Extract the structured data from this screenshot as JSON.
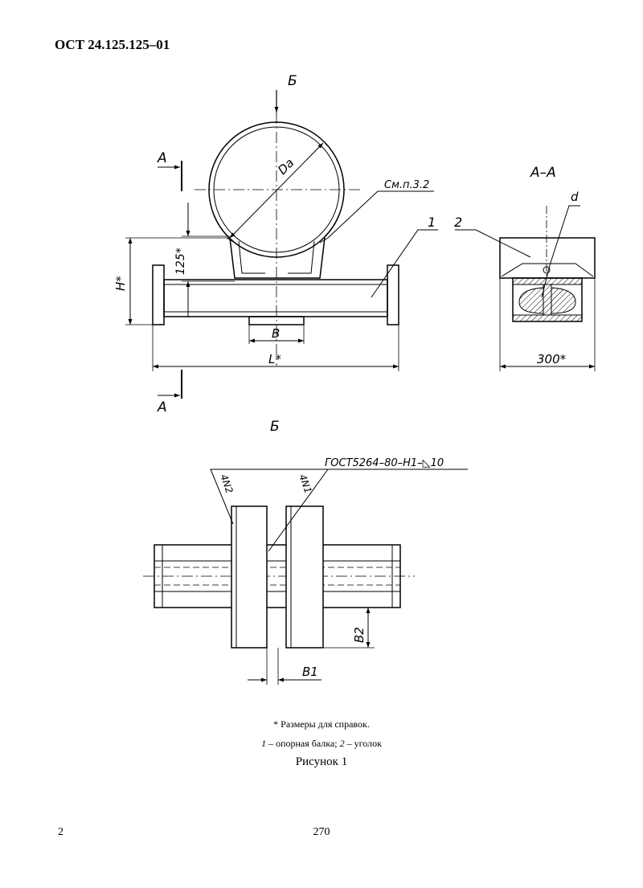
{
  "header": {
    "doc_code": "ОСТ 24.125.125–01"
  },
  "labels": {
    "b_top": "Б",
    "a_left_top": "А",
    "a_left_bottom": "А",
    "da": "Da",
    "see_ref": "См.п.3.2",
    "section_aa": "А–А",
    "d": "d",
    "item_1": "1",
    "item_2": "2",
    "dim_125": "125*",
    "dim_h": "H*",
    "dim_b": "B",
    "dim_l": "L*",
    "dim_300": "300*",
    "view_b": "Б",
    "weld": "ГОСТ5264–80–Н1–◺10",
    "weld_4n2": "4N2",
    "weld_4n1": "4N1",
    "dim_b1": "B1",
    "dim_b2": "B2"
  },
  "captions": {
    "note": "* Размеры для справок.",
    "legend_1_num": "1",
    "legend_1_text": " – опорная балка; ",
    "legend_2_num": "2",
    "legend_2_text": " – уголок",
    "figure_title": "Рисунок 1"
  },
  "footer": {
    "page_left": "2",
    "page_center": "270"
  }
}
